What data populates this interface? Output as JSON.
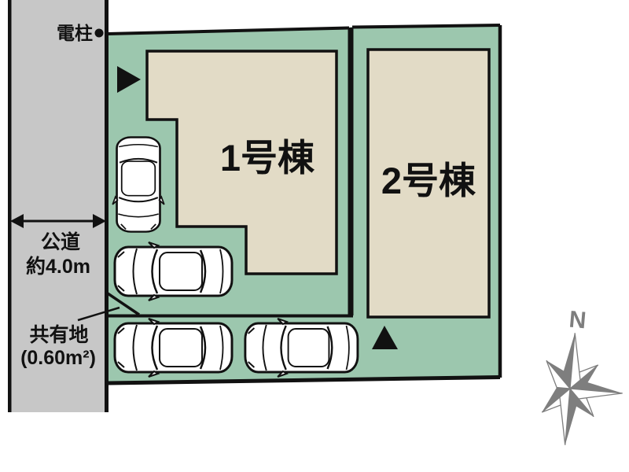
{
  "labels": {
    "pole": "電柱",
    "road_name": "公道",
    "road_width": "約4.0m",
    "shared_name": "共有地",
    "shared_area": "(0.60m²)",
    "building1": "1号棟",
    "building2": "2号棟",
    "compass_north": "N"
  },
  "colors": {
    "road": "#c7c7c7",
    "parcel": "#9cc7ae",
    "building": "#e2dbc6",
    "outline": "#111111",
    "compass": "#7e7e7e",
    "car_body": "#ffffff"
  }
}
